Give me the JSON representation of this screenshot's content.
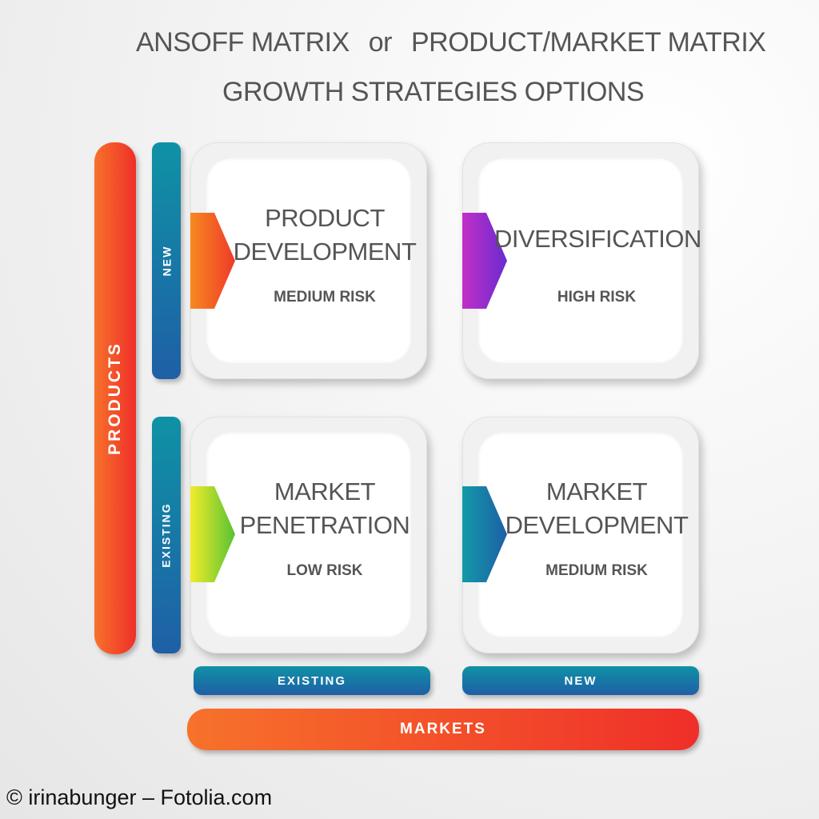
{
  "title": {
    "part1": "ANSOFF MATRIX",
    "connector": "or",
    "part2": "PRODUCT/MARKET MATRIX",
    "line2": "GROWTH STRATEGIES OPTIONS"
  },
  "axes": {
    "products": "PRODUCTS",
    "markets": "MARKETS",
    "products_new": "NEW",
    "products_existing": "EXISTING",
    "markets_existing": "EXISTING",
    "markets_new": "NEW"
  },
  "cells": {
    "product_development": {
      "title_line1": "PRODUCT",
      "title_line2": "DEVELOPMENT",
      "risk": "MEDIUM RISK",
      "arrow_colors": [
        "#f6891f",
        "#ef3a2a"
      ]
    },
    "diversification": {
      "title_line1": "DIVERSIFICATION",
      "risk": "HIGH RISK",
      "arrow_colors": [
        "#c22fc6",
        "#6a2bd0"
      ]
    },
    "market_penetration": {
      "title_line1": "MARKET",
      "title_line2": "PENETRATION",
      "risk": "LOW RISK",
      "arrow_colors": [
        "#f3ec2a",
        "#57c233"
      ]
    },
    "market_development": {
      "title_line1": "MARKET",
      "title_line2": "DEVELOPMENT",
      "risk": "MEDIUM RISK",
      "arrow_colors": [
        "#139aa8",
        "#1d5fa6"
      ]
    }
  },
  "colors": {
    "orange_start": "#f7722b",
    "orange_end": "#ef2f29",
    "teal_start": "#0f92a5",
    "teal_end": "#1f5fa6",
    "text_gray": "#555555"
  },
  "footer": {
    "copyright": "© irinabunger – Fotolia.com"
  }
}
